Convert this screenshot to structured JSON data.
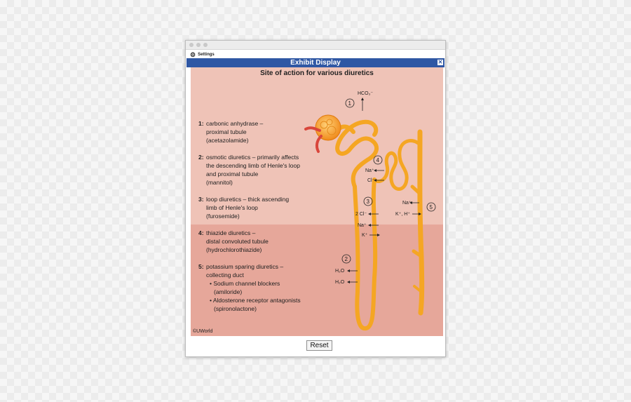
{
  "toolbar": {
    "settings_label": "Settings",
    "settings_icon": "gear-icon"
  },
  "header": {
    "title": "Exhibit Display",
    "close_icon": "close-icon"
  },
  "exhibit": {
    "title": "Site of action for various diuretics",
    "items": [
      {
        "num": "1:",
        "lines": [
          "carbonic anhydrase –",
          "proximal tubule",
          "(acetazolamide)"
        ]
      },
      {
        "num": "2:",
        "lines": [
          "osmotic diuretics – primarily affects",
          "the descending limb of Henle's loop",
          "and proximal tubule",
          "(mannitol)"
        ]
      },
      {
        "num": "3:",
        "lines": [
          "loop diuretics – thick ascending",
          "limb of Henle's loop",
          "(furosemide)"
        ]
      },
      {
        "num": "4:",
        "lines": [
          "thiazide diuretics –",
          "distal convoluted tubule",
          "(hydrochlorothiazide)"
        ]
      },
      {
        "num": "5:",
        "lines": [
          "potassium sparing diuretics –",
          "collecting duct"
        ],
        "bullets": [
          "• Sodium channel blockers",
          "(amiloride)",
          "• Aldosterone receptor antagonists",
          "(spironolactone)"
        ]
      }
    ],
    "copyright": "©UWorld",
    "diagram": {
      "labels": {
        "hco3": "HCO₃⁻",
        "na4": "Na⁺",
        "cl4": "Cl⁻",
        "cl3": "2 Cl⁻",
        "na3": "Na⁺",
        "k3": "K⁺",
        "h2o_a": "H₂O",
        "h2o_b": "H₂O",
        "na5": "Na⁺",
        "kh5": "K⁺, H⁺"
      },
      "markers": [
        "1",
        "2",
        "3",
        "4",
        "5"
      ],
      "colors": {
        "tubule": "#f5a623",
        "tubule_light": "#ffd37a",
        "glomerulus": "#f7a72a",
        "vessel": "#d9463b"
      }
    }
  },
  "buttons": {
    "reset_label": "Reset"
  }
}
